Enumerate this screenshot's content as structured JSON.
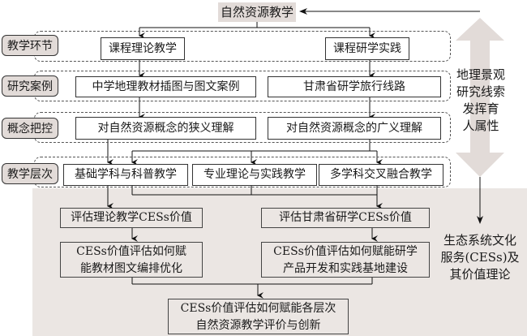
{
  "top_node": "自然资源教学",
  "rows": [
    {
      "label": "教学环节",
      "boxes": [
        "课程理论教学",
        "课程研学实践"
      ]
    },
    {
      "label": "研究案例",
      "boxes": [
        "中学地理教材插图与图文案例",
        "甘肃省研学旅行线路"
      ]
    },
    {
      "label": "概念把控",
      "boxes": [
        "对自然资源概念的狭义理解",
        "对自然资源概念的广义理解"
      ]
    },
    {
      "label": "教学层次",
      "boxes": [
        "基础学科与科普教学",
        "专业理论与实践教学",
        "多学科交叉融合教学"
      ]
    }
  ],
  "evaluation": {
    "left_1": "评估理论教学CESs价值",
    "left_2_line1": "CESs价值评估如何赋",
    "left_2_line2": "能教材图文编排优化",
    "right_1": "评估甘肃省研学CESs价值",
    "right_2_line1": "CESs价值评估如何赋能研学",
    "right_2_line2": "产品开发和实践基地建设",
    "final_line1": "CESs价值评估如何赋能各层次",
    "final_line2": "自然资源教学评价与创新"
  },
  "side_arrow_text": [
    "地理景观",
    "研究线索",
    "发挥育",
    "人属性"
  ],
  "theory_text": [
    "生态系统文化",
    "服务(CESs)及",
    "其价值理论"
  ],
  "colors": {
    "label_fill": "#e2dbd8",
    "shade": "#ebe6e3",
    "arrow_fill": "#e2dbd8"
  }
}
